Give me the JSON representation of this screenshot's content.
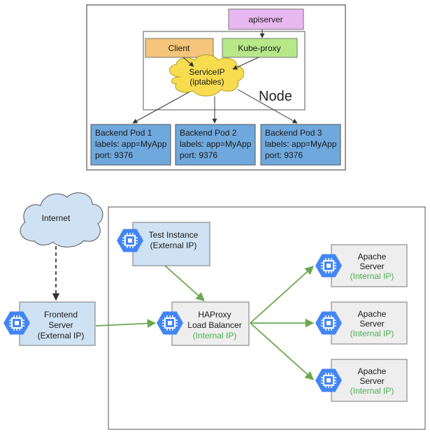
{
  "k8s": {
    "apiserver": "apiserver",
    "client": "Client",
    "kube_proxy": "Kube-proxy",
    "service_ip": [
      "ServiceIP",
      "(iptables)"
    ],
    "node_label": "Node",
    "pods": [
      {
        "name": "Backend Pod 1",
        "labels": "labels: app=MyApp",
        "port": "port: 9376"
      },
      {
        "name": "Backend Pod 2",
        "labels": "labels: app=MyApp",
        "port": "port: 9376"
      },
      {
        "name": "Backend Pod 3",
        "labels": "labels: app=MyApp",
        "port": "port: 9376"
      }
    ]
  },
  "gcp": {
    "internet": "Internet",
    "frontend": [
      "Frontend",
      "Server",
      "(External IP)"
    ],
    "test_instance": [
      "Test Instance",
      "(External IP)"
    ],
    "haproxy": [
      "HAProxy",
      "Load Balancer",
      "(Internal IP)"
    ],
    "apache": [
      [
        "Apache",
        "Server",
        "(Internal IP)"
      ],
      [
        "Apache",
        "Server",
        "(Internal IP)"
      ],
      [
        "Apache",
        "Server",
        "(Internal IP)"
      ]
    ]
  },
  "colors": {
    "apiserver": "#e8b8f0",
    "client": "#f4c57a",
    "kube_proxy": "#b6e88a",
    "service_ip": "#f7dc50",
    "pod": "#6fa8dc",
    "gcp_blue": "#4285f4",
    "light_blue_box": "#cfe2f3",
    "gray_box": "#eeeeee",
    "green_arrow": "#6aa84f",
    "internal_ip": "#4caf50"
  }
}
